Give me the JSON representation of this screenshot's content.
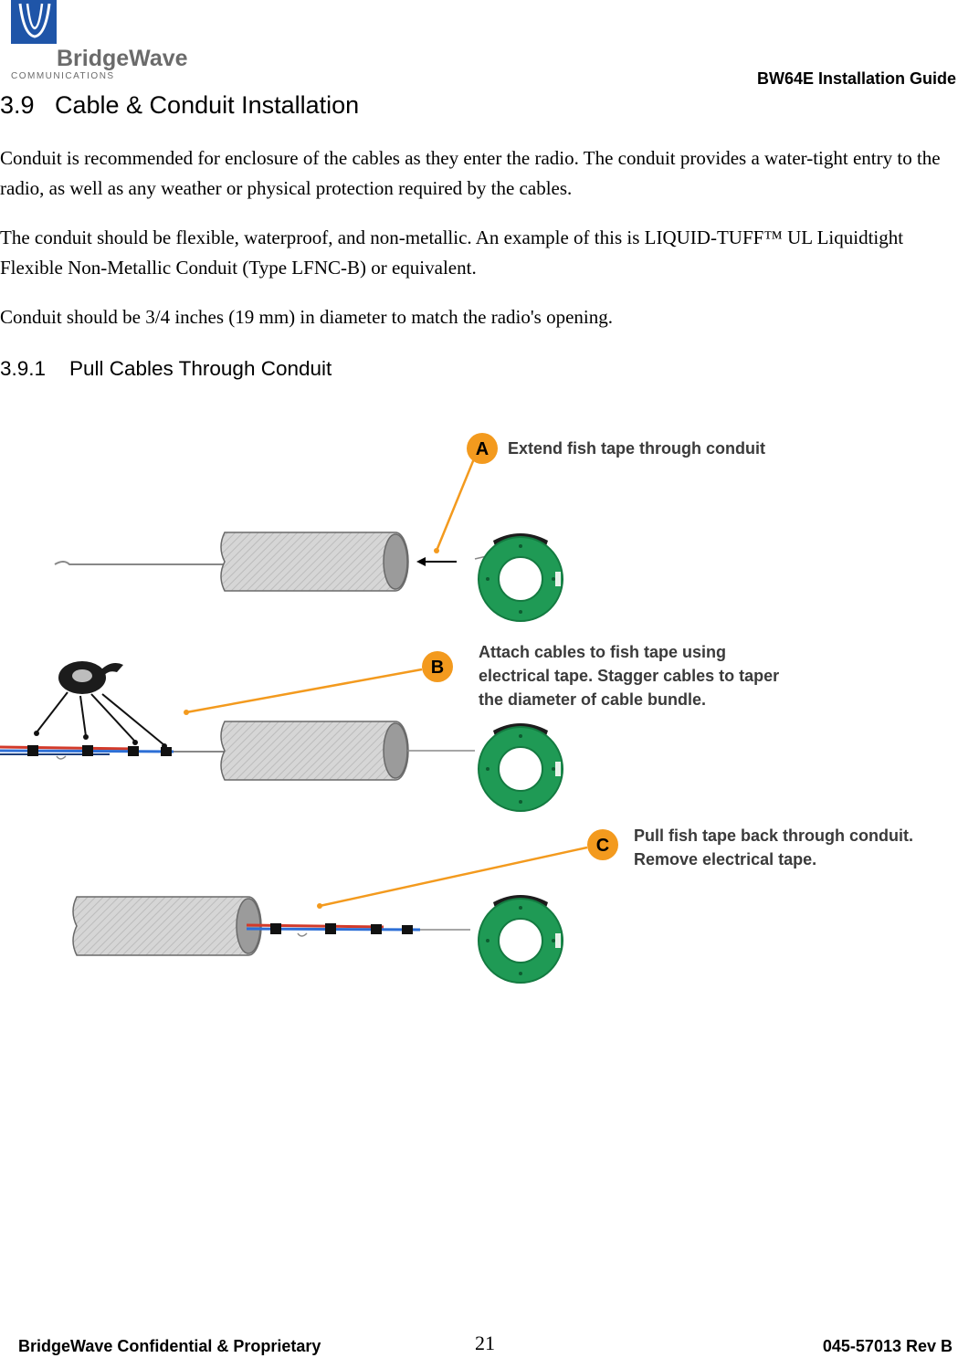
{
  "header": {
    "logo_name": "BridgeWave",
    "logo_sub": "COMMUNICATIONS",
    "doc_title": "BW64E Installation Guide"
  },
  "section": {
    "number": "3.9",
    "title": "Cable & Conduit Installation",
    "paragraphs": [
      "Conduit is recommended for enclosure of the cables as they enter the radio. The conduit provides a water-tight entry to the radio, as well as any weather or physical protection required by the cables.",
      "The conduit should be flexible, waterproof, and non-metallic. An example of this is LIQUID-TUFF™ UL Liquidtight Flexible Non-Metallic Conduit (Type LFNC-B) or equivalent.",
      "Conduit should be 3/4 inches (19 mm) in diameter to match the radio's opening."
    ]
  },
  "subsection": {
    "number": "3.9.1",
    "title": "Pull Cables Through Conduit"
  },
  "figure": {
    "steps": [
      {
        "letter": "A",
        "lines": [
          "Extend fish tape through conduit"
        ]
      },
      {
        "letter": "B",
        "lines": [
          "Attach cables to fish tape using",
          "electrical tape. Stagger cables to taper",
          "the diameter of cable bundle."
        ]
      },
      {
        "letter": "C",
        "lines": [
          "Pull fish tape back through conduit.",
          "Remove electrical tape."
        ]
      }
    ],
    "colors": {
      "badge": "#f39a1e",
      "reel": "#1f9a55",
      "conduit": "#d0d0d0"
    }
  },
  "footer": {
    "left": "BridgeWave Confidential & Proprietary",
    "page": "21",
    "right": "045-57013 Rev B"
  }
}
